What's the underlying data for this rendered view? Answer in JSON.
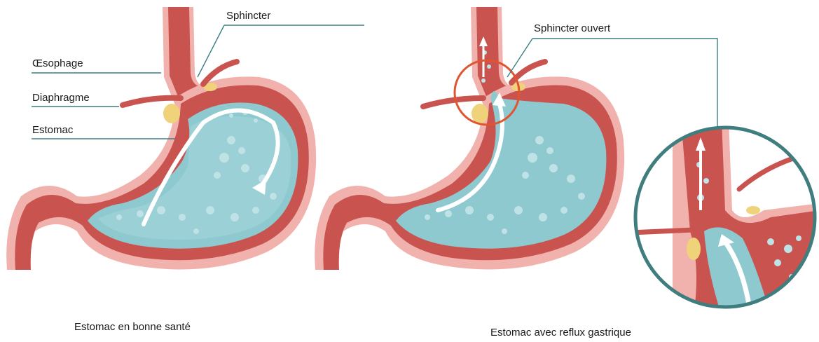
{
  "labels": {
    "sphincter": "Sphincter",
    "oesophage": "Œsophage",
    "diaphragme": "Diaphragme",
    "estomac": "Estomac",
    "sphincter_ouvert": "Sphincter ouvert"
  },
  "captions": {
    "healthy": "Estomac en bonne santé",
    "reflux": "Estomac avec reflux gastrique"
  },
  "colors": {
    "wall": "#c9544f",
    "wall_light": "#e27e7a",
    "outer": "#f1b2ad",
    "rim": "#b8a6c9",
    "acid": "#8ec9d0",
    "acid_dark": "#6db3bd",
    "bubble": "#bfe2e6",
    "fat": "#f0d27a",
    "leader": "#3c7f86",
    "highlight": "#e0552f",
    "zoom_ring": "#3f7d7f"
  }
}
